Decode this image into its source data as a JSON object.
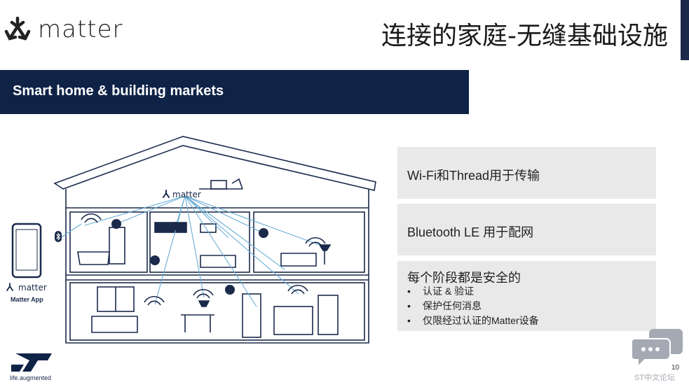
{
  "header": {
    "brand_word": "matter",
    "title": "连接的家庭-无缝基础设施"
  },
  "banner": {
    "label": "Smart home & building markets"
  },
  "illustration": {
    "hub_label": "matter",
    "phone_brand": "matter",
    "phone_caption": "Matter App"
  },
  "boxes": {
    "wifi_thread": "Wi-Fi和Thread用于传输",
    "bluetooth": "Bluetooth LE 用于配网",
    "security_title": "每个阶段都是安全的",
    "security_items": [
      {
        "bullet": "•",
        "text": "认证 & 验证"
      },
      {
        "bullet": "•",
        "text": "保护任何消息"
      },
      {
        "bullet": "•",
        "text": "仅限经过认证的Matter设备"
      }
    ]
  },
  "footer": {
    "st_tagline": "life.augmented",
    "page_number": "10",
    "forum_label": "ST中文论坛"
  },
  "colors": {
    "navy": "#0f2347",
    "line": "#6aaed6",
    "box_bg": "#e9e9ea",
    "forum_gray": "#a5a9b3"
  },
  "icons": [
    "matter-logo-icon",
    "st-logo-icon",
    "forum-chat-icon",
    "bluetooth-icon",
    "wifi-icon"
  ]
}
